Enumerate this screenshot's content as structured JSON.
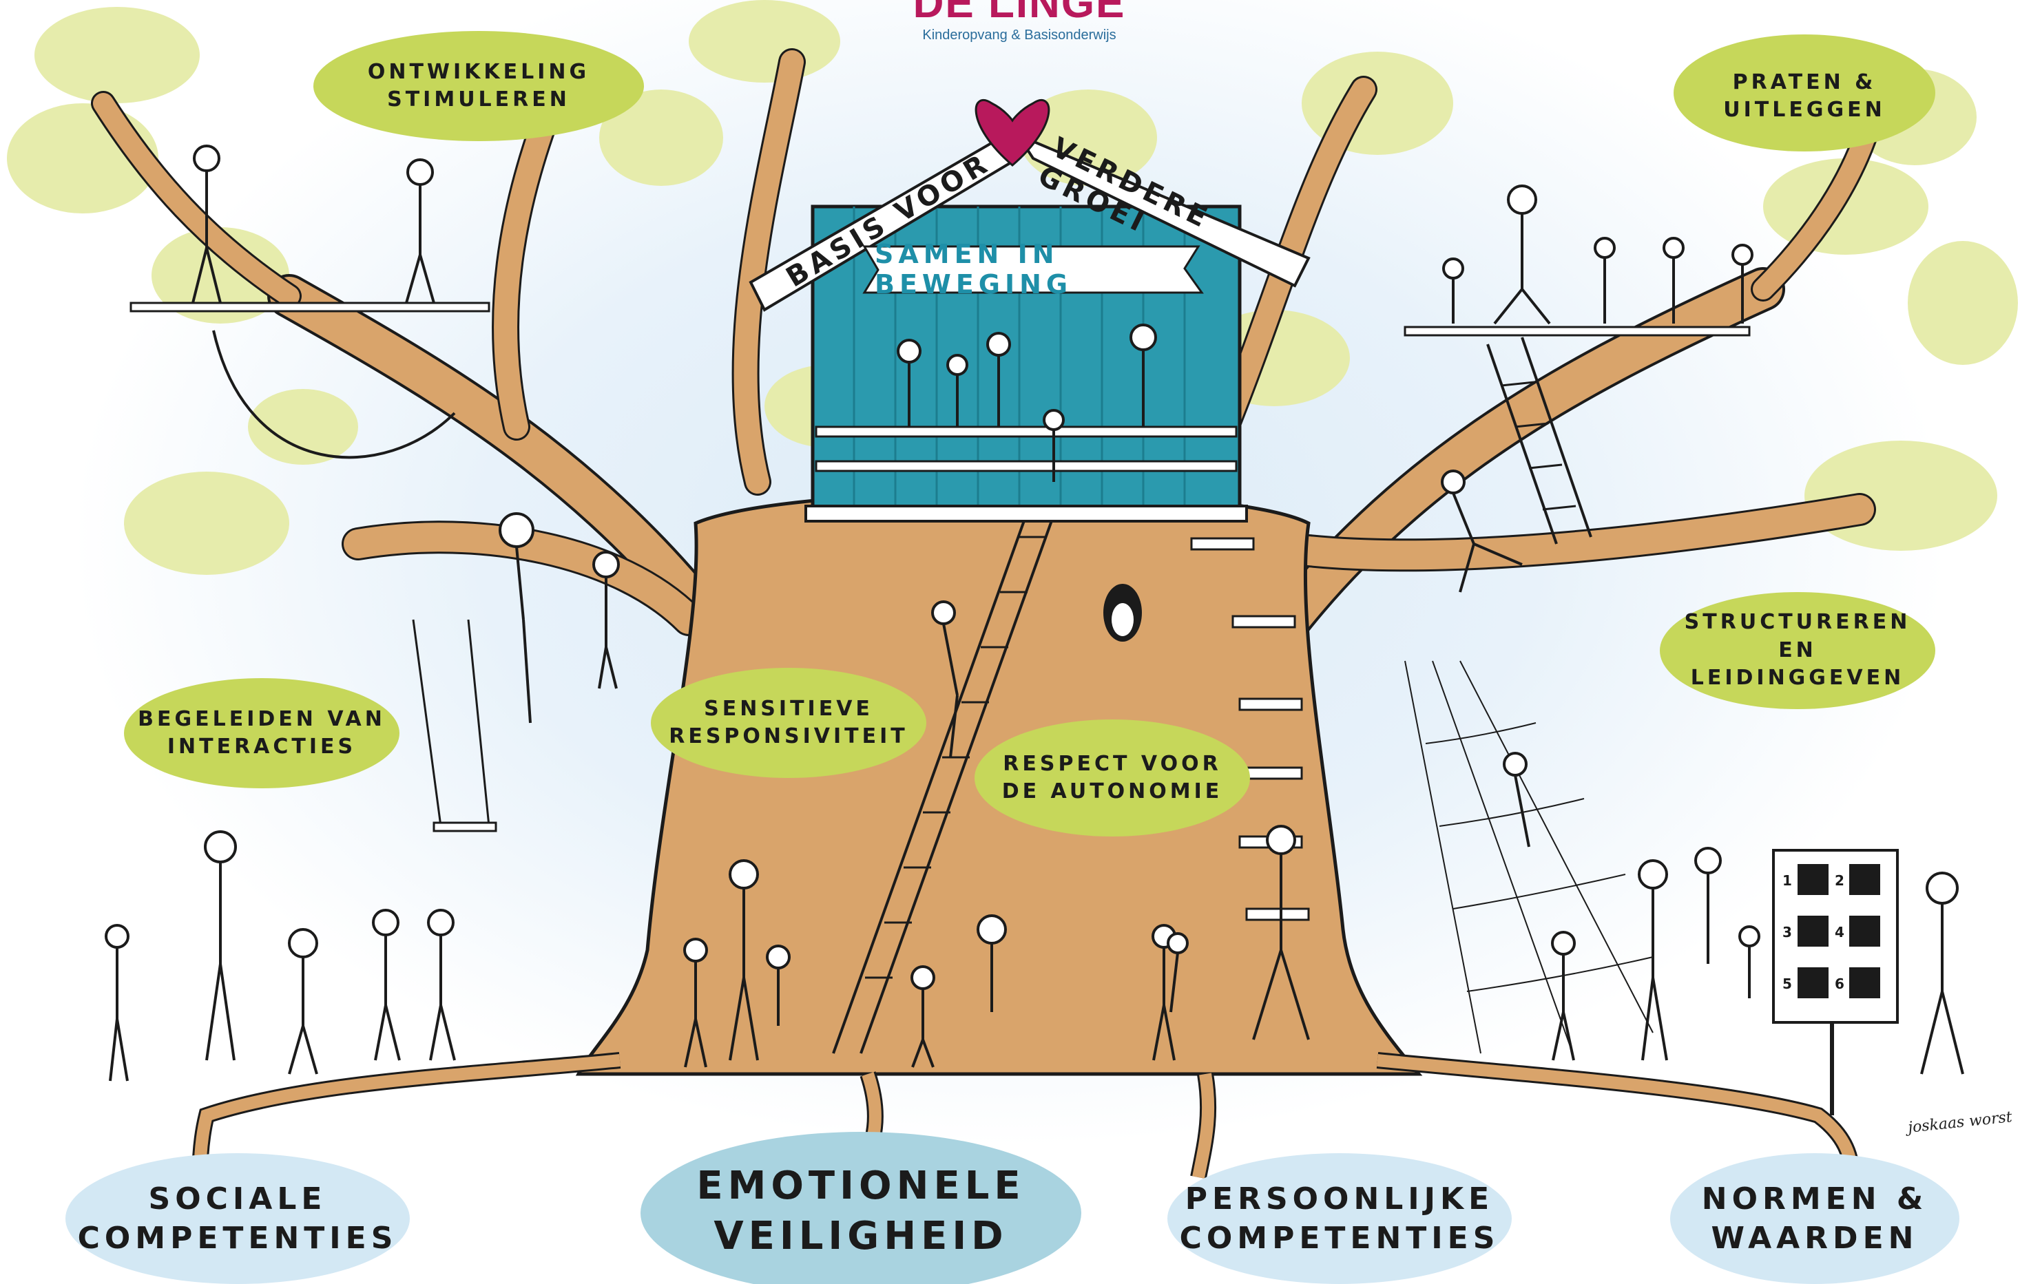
{
  "logo": {
    "name": "DE LINGE",
    "subtitle": "Kinderopvang & Basisonderwijs"
  },
  "treehouse": {
    "roof_left": "Basis voor",
    "roof_right": "verdere groei",
    "banner": "Samen in beweging"
  },
  "clouds": [
    {
      "id": "ontwikkeling",
      "text": "Ontwikkeling\nstimuleren"
    },
    {
      "id": "praten",
      "text": "Praten &\nuitleggen"
    },
    {
      "id": "structureren",
      "text": "Structureren\nen leidinggeven"
    },
    {
      "id": "begeleiden",
      "text": "Begeleiden van\ninteracties"
    },
    {
      "id": "sensitieve",
      "text": "Sensitieve\nresponsiviteit"
    },
    {
      "id": "respect",
      "text": "Respect voor\nde autonomie"
    }
  ],
  "roots": [
    {
      "id": "sociale",
      "text": "Sociale\ncompetenties"
    },
    {
      "id": "emotionele",
      "text": "Emotionele\nveiligheid"
    },
    {
      "id": "persoonlijke",
      "text": "Persoonlijke\ncompetenties"
    },
    {
      "id": "normen",
      "text": "Normen &\nwaarden"
    }
  ],
  "board_numbers": [
    "1",
    "2",
    "3",
    "4",
    "5",
    "6"
  ],
  "signature": "joskaas worst",
  "colors": {
    "trunk": "#d9a46b",
    "outline": "#1b1b1b",
    "leaf": "#e6ecac",
    "cloud": "#c6d75a",
    "root_ellipse": "#d3e8f4",
    "root_ellipse_center": "#a9d3e0",
    "house": "#2b9aae",
    "heart": "#b8195c"
  }
}
